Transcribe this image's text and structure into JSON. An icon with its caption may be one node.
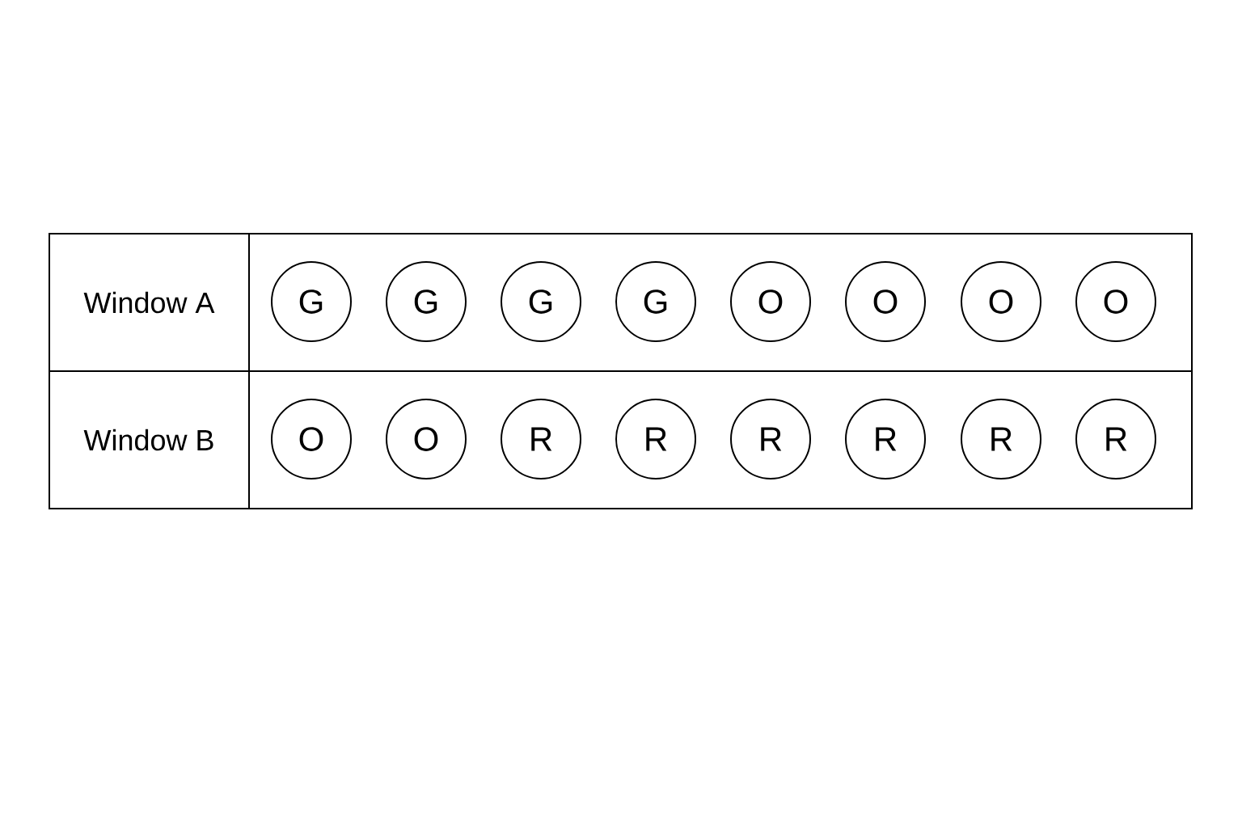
{
  "diagram": {
    "nodes": [
      {
        "text": [
          "Window A"
        ]
      },
      {
        "text": [],
        "shape": "box"
      },
      {
        "text": [
          "G"
        ],
        "in": 1
      },
      {
        "text": [
          "G"
        ],
        "in": 1
      },
      {
        "text": [
          "G"
        ],
        "in": 1
      },
      {
        "text": [
          "G"
        ],
        "in": 1
      },
      {
        "text": [
          "O"
        ],
        "in": 1
      },
      {
        "text": [
          "O"
        ],
        "in": 1
      },
      {
        "text": [
          "O"
        ],
        "in": 1
      },
      {
        "text": [
          "O"
        ],
        "in": 1
      },
      {
        "text": [
          "Window B"
        ]
      },
      {
        "text": [],
        "shape": "box"
      },
      {
        "text": [
          "O"
        ],
        "in": 11
      },
      {
        "text": [
          "O"
        ],
        "in": 11
      },
      {
        "text": [
          "R"
        ],
        "in": 11
      },
      {
        "text": [
          "R"
        ],
        "in": 11
      },
      {
        "text": [
          "R"
        ],
        "in": 11
      },
      {
        "text": [
          "R"
        ],
        "in": 11
      },
      {
        "text": [
          "R"
        ],
        "in": 11
      },
      {
        "text": [
          "R"
        ],
        "in": 11
      }
    ]
  }
}
